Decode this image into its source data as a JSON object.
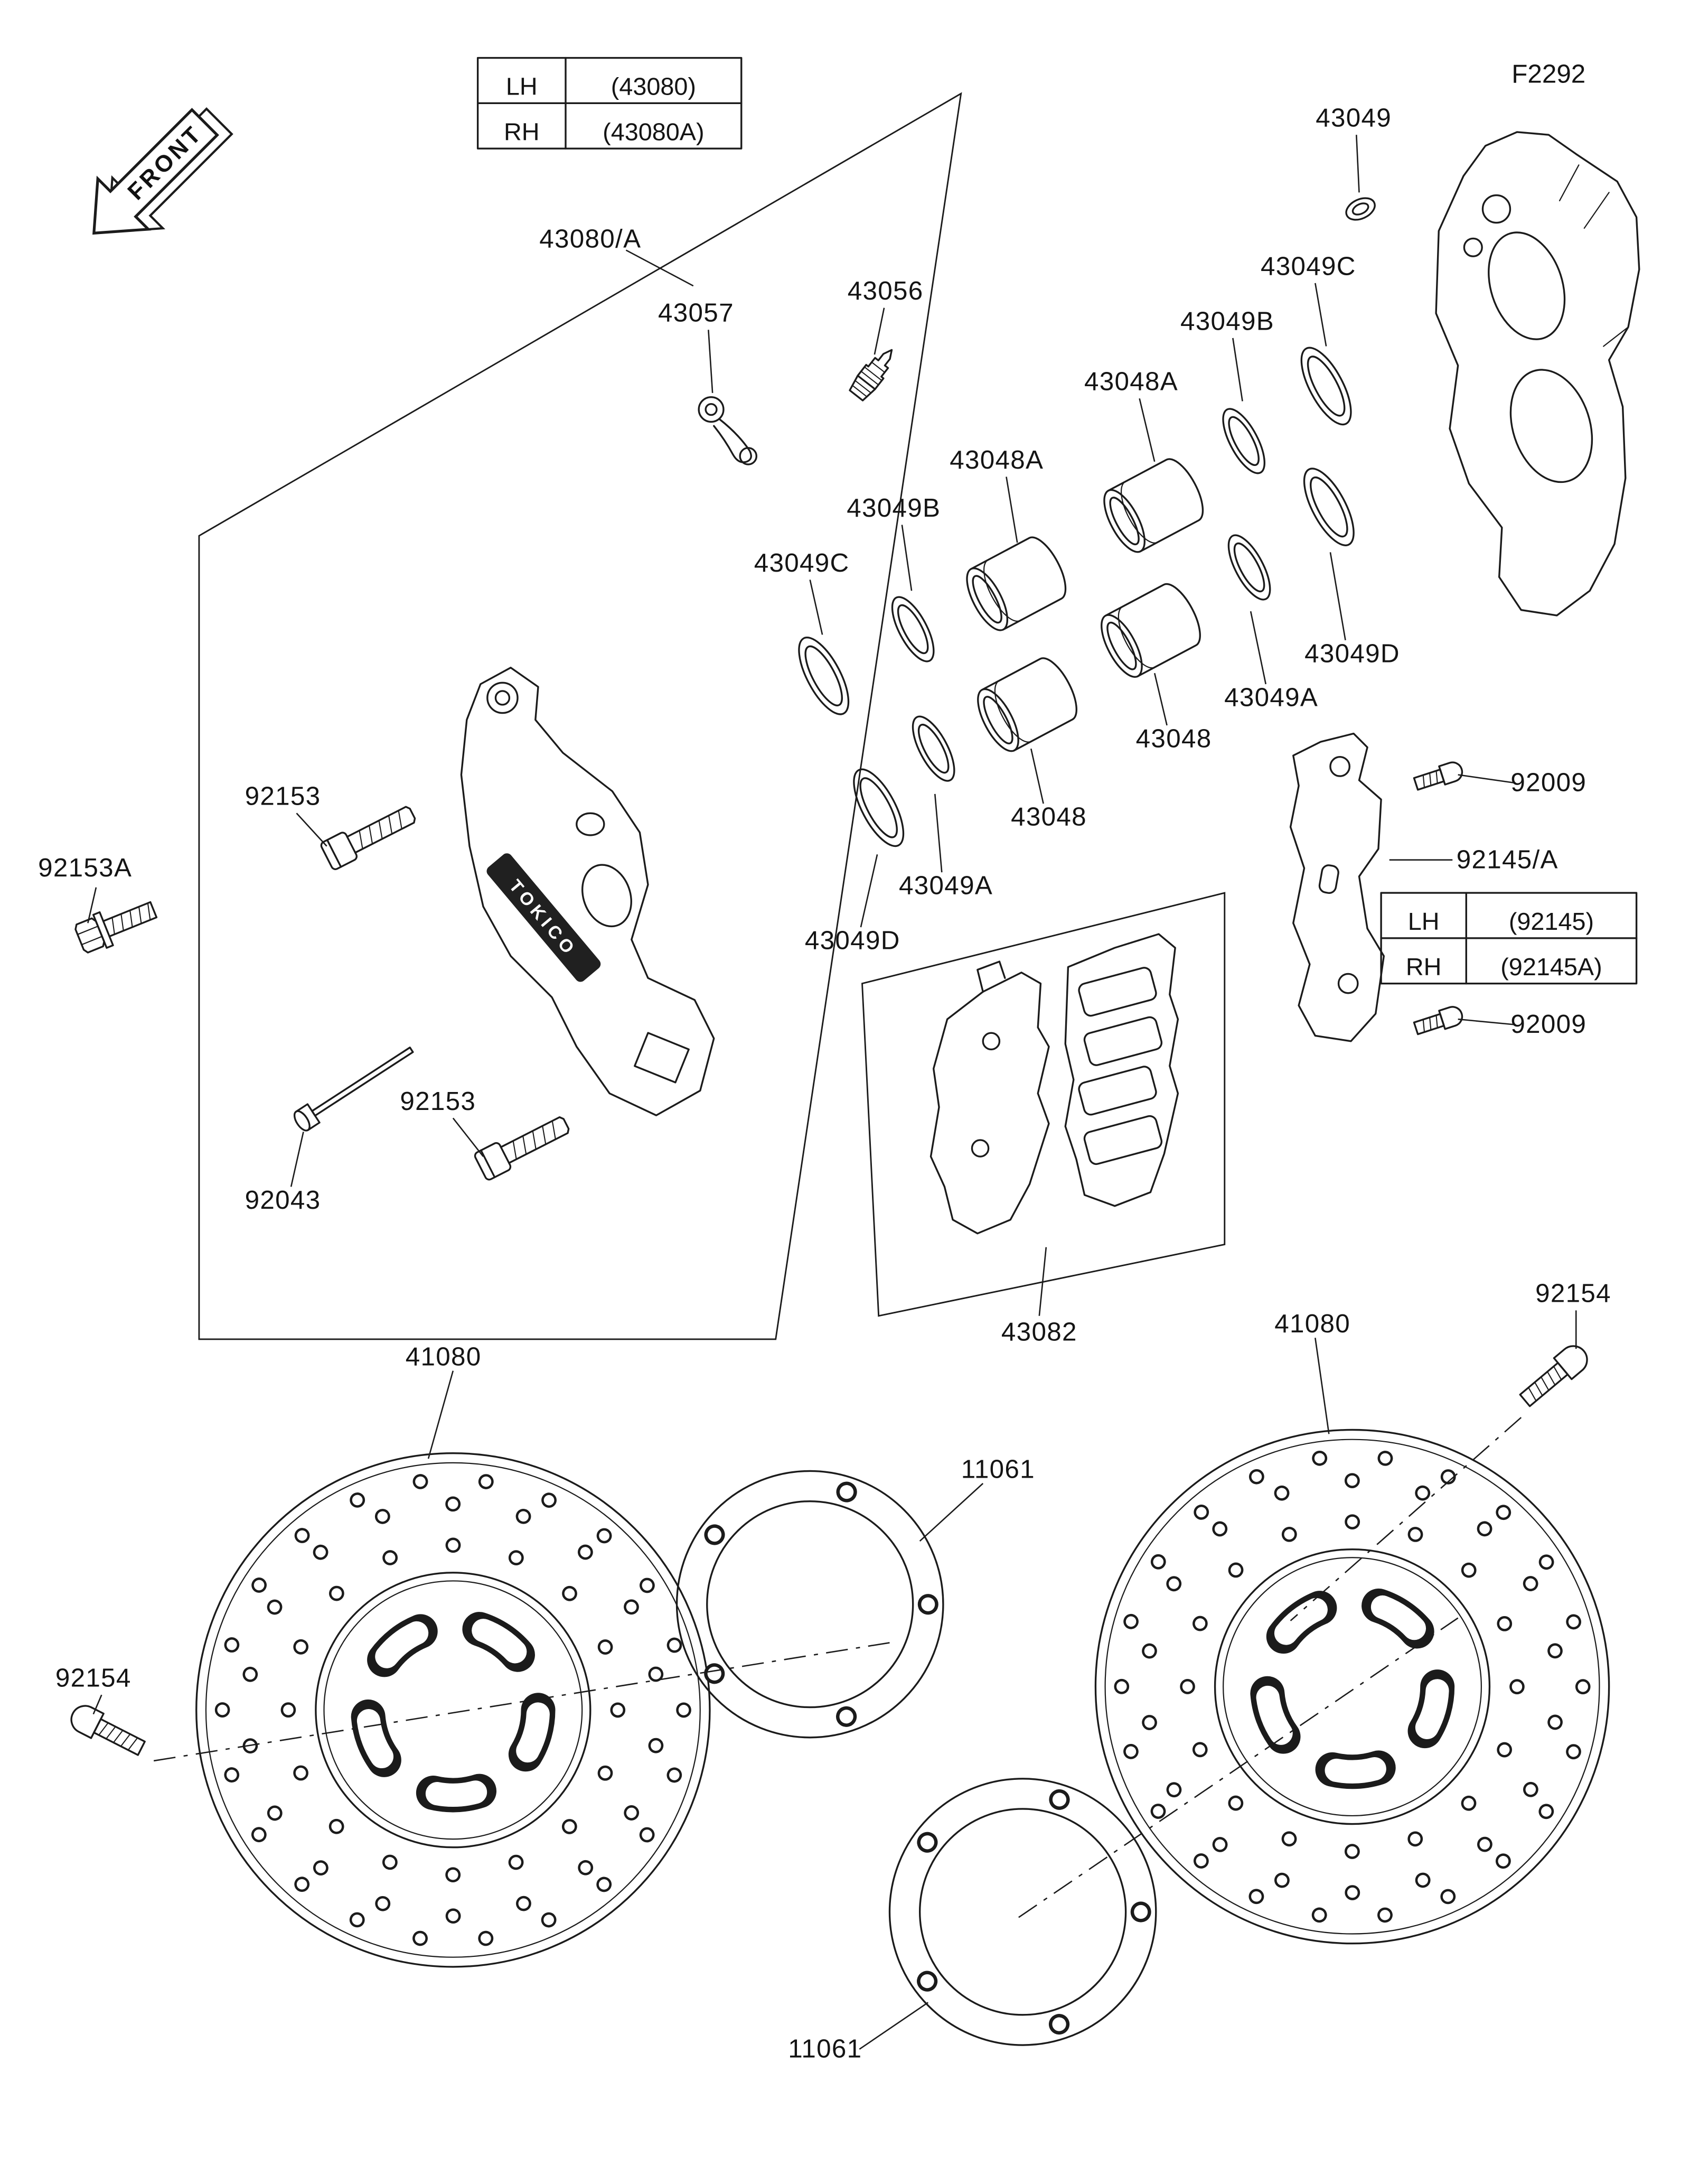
{
  "diagram": {
    "code": "F2292",
    "front_label": "FRONT",
    "caliper_brand": "TOKICO"
  },
  "tables": {
    "caliper": {
      "rows": [
        {
          "side": "LH",
          "part": "(43080)"
        },
        {
          "side": "RH",
          "part": "(43080A)"
        }
      ]
    },
    "bracket": {
      "rows": [
        {
          "side": "LH",
          "part": "(92145)"
        },
        {
          "side": "RH",
          "part": "(92145A)"
        }
      ]
    }
  },
  "labels": {
    "caliper_assembly": "43080/A",
    "clip": "43057",
    "bleeder_valve": "43056",
    "piston_cap": "43049",
    "dust_seal_right_upper": "43049C",
    "piston_seal_right_upper": "43049B",
    "piston_a_right": "43048A",
    "piston_a_left": "43048A",
    "piston_seal_left_upper": "43049B",
    "dust_seal_left_upper": "43049C",
    "dust_seal_right_lower": "43049D",
    "piston_seal_right_lower": "43049A",
    "piston_right": "43048",
    "piston_left": "43048",
    "piston_seal_left_lower": "43049A",
    "dust_seal_left_lower": "43049D",
    "bolt_upper": "92153",
    "bolt_a": "92153A",
    "bolt_lower": "92153",
    "pad_pin": "92043",
    "screw_upper": "92009",
    "bracket": "92145/A",
    "screw_lower": "92009",
    "pad_set": "43082",
    "disc_left": "41080",
    "disc_right": "41080",
    "disc_bolt_right": "92154",
    "disc_bolt_left": "92154",
    "gasket_upper": "11061",
    "gasket_lower": "11061"
  }
}
